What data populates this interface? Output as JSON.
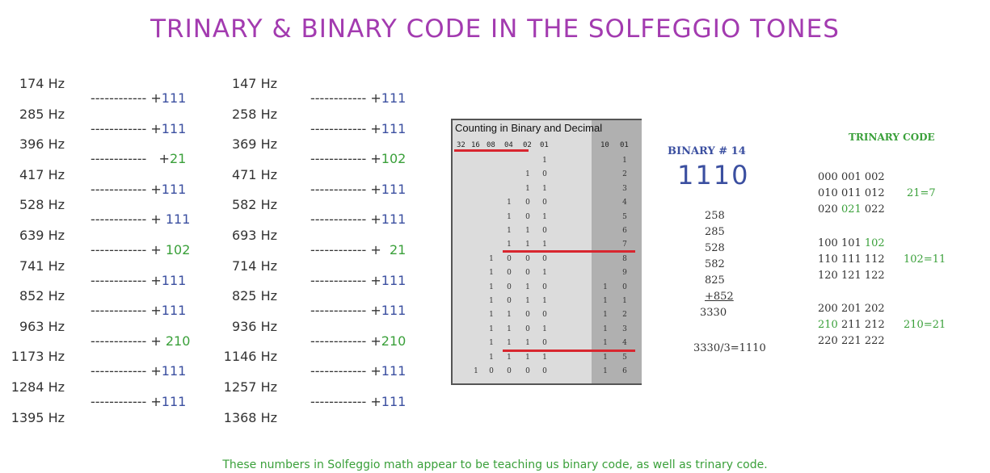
{
  "title": "TRINARY & BINARY CODE IN THE SOLFEGGIO TONES",
  "left_column": {
    "frequencies": [
      "174 Hz",
      "285 Hz",
      "396 Hz",
      "417 Hz",
      "528 Hz",
      "639 Hz",
      "741 Hz",
      "852 Hz",
      "963 Hz",
      "1173 Hz",
      "1284 Hz",
      "1395 Hz"
    ],
    "differences": [
      {
        "dash": "------------ +",
        "num": "111",
        "color": "blue"
      },
      {
        "dash": "------------ +",
        "num": "111",
        "color": "blue"
      },
      {
        "dash": "------------   +",
        "num": "21",
        "color": "green"
      },
      {
        "dash": "------------ +",
        "num": "111",
        "color": "blue"
      },
      {
        "dash": "------------ + ",
        "num": "111",
        "color": "blue"
      },
      {
        "dash": "------------ + ",
        "num": "102",
        "color": "green"
      },
      {
        "dash": "------------ +",
        "num": "111",
        "color": "blue"
      },
      {
        "dash": "------------ +",
        "num": "111",
        "color": "blue"
      },
      {
        "dash": "------------ + ",
        "num": "210",
        "color": "green"
      },
      {
        "dash": "------------ +",
        "num": "111",
        "color": "blue"
      },
      {
        "dash": "------------ +",
        "num": "111",
        "color": "blue"
      }
    ]
  },
  "right_column": {
    "frequencies": [
      "147 Hz",
      "258 Hz",
      "369 Hz",
      "471 Hz",
      "582 Hz",
      "693 Hz",
      "714 Hz",
      "825 Hz",
      "936 Hz",
      "1146 Hz",
      "1257 Hz",
      "1368 Hz"
    ],
    "differences": [
      {
        "dash": "------------ +",
        "num": "111",
        "color": "blue"
      },
      {
        "dash": "------------ +",
        "num": "111",
        "color": "blue"
      },
      {
        "dash": "------------ +",
        "num": "102",
        "color": "green"
      },
      {
        "dash": "------------ +",
        "num": "111",
        "color": "blue"
      },
      {
        "dash": "------------ +",
        "num": "111",
        "color": "blue"
      },
      {
        "dash": "------------ +  ",
        "num": "21",
        "color": "green"
      },
      {
        "dash": "------------ +",
        "num": "111",
        "color": "blue"
      },
      {
        "dash": "------------ +",
        "num": "111",
        "color": "blue"
      },
      {
        "dash": "------------ +",
        "num": "210",
        "color": "green"
      },
      {
        "dash": "------------ +",
        "num": "111",
        "color": "blue"
      },
      {
        "dash": "------------ +",
        "num": "111",
        "color": "blue"
      }
    ]
  },
  "binary_table": {
    "header": "Counting in Binary and Decimal",
    "columns": [
      "32",
      "16",
      "08",
      "04",
      "02",
      "01",
      "10",
      "01"
    ],
    "rows": [
      [
        "",
        "",
        "",
        "",
        "",
        "1",
        "",
        "1"
      ],
      [
        "",
        "",
        "",
        "",
        "1",
        "0",
        "",
        "2"
      ],
      [
        "",
        "",
        "",
        "",
        "1",
        "1",
        "",
        "3"
      ],
      [
        "",
        "",
        "",
        "1",
        "0",
        "0",
        "",
        "4"
      ],
      [
        "",
        "",
        "",
        "1",
        "0",
        "1",
        "",
        "5"
      ],
      [
        "",
        "",
        "",
        "1",
        "1",
        "0",
        "",
        "6"
      ],
      [
        "",
        "",
        "",
        "1",
        "1",
        "1",
        "",
        "7"
      ],
      [
        "",
        "",
        "1",
        "0",
        "0",
        "0",
        "",
        "8"
      ],
      [
        "",
        "",
        "1",
        "0",
        "0",
        "1",
        "",
        "9"
      ],
      [
        "",
        "",
        "1",
        "0",
        "1",
        "0",
        "1",
        "0"
      ],
      [
        "",
        "",
        "1",
        "0",
        "1",
        "1",
        "1",
        "1"
      ],
      [
        "",
        "",
        "1",
        "1",
        "0",
        "0",
        "1",
        "2"
      ],
      [
        "",
        "",
        "1",
        "1",
        "0",
        "1",
        "1",
        "3"
      ],
      [
        "",
        "",
        "1",
        "1",
        "1",
        "0",
        "1",
        "4"
      ],
      [
        "",
        "",
        "1",
        "1",
        "1",
        "1",
        "1",
        "5"
      ],
      [
        "",
        "1",
        "0",
        "0",
        "0",
        "0",
        "1",
        "6"
      ]
    ]
  },
  "binary": {
    "label": "BINARY # 14",
    "value": "1110",
    "sum_lines": [
      "258",
      "285",
      "528",
      "582",
      "825",
      "+852",
      "3330"
    ],
    "division": "3330/3=1110"
  },
  "trinary": {
    "label": "TRINARY CODE",
    "groups": [
      {
        "rows": [
          [
            {
              "t": "000 001 002",
              "c": ""
            }
          ],
          [
            {
              "t": "010 011 012",
              "c": ""
            }
          ],
          [
            {
              "t": "020 ",
              "c": ""
            },
            {
              "t": "021",
              "c": "green"
            },
            {
              "t": " 022",
              "c": ""
            }
          ]
        ],
        "note": "21=7",
        "note_row": 1
      },
      {
        "rows": [
          [
            {
              "t": "100 101 ",
              "c": ""
            },
            {
              "t": "102",
              "c": "green"
            }
          ],
          [
            {
              "t": "110 111 112",
              "c": ""
            }
          ],
          [
            {
              "t": "120 121 122",
              "c": ""
            }
          ]
        ],
        "note": "102=11",
        "note_row": 1
      },
      {
        "rows": [
          [
            {
              "t": "200 201 202",
              "c": ""
            }
          ],
          [
            {
              "t": "210",
              "c": "green"
            },
            {
              "t": " 211 212",
              "c": ""
            }
          ],
          [
            {
              "t": "220 221 222",
              "c": ""
            }
          ]
        ],
        "note": "210=21",
        "note_row": 1
      }
    ]
  },
  "footer": "These numbers in Solfeggio math appear to be teaching us binary code, as well as trinary code.",
  "colors": {
    "title": "#a33bb0",
    "blue": "#3b4fa0",
    "green": "#3aa03a",
    "red_line": "#d8262f"
  }
}
